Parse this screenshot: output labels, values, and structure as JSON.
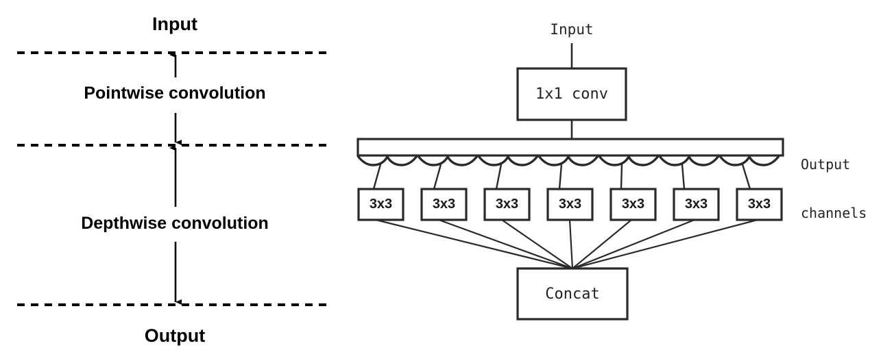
{
  "figure": {
    "type": "diagram",
    "subtype": "neural-network-architecture",
    "description": "Depthwise separable convolution: left panel shows pointwise then depthwise stages between dashed boundaries; right panel expands the 1x1 conv into per-channel 3x3 convolutions concatenated together.",
    "background": "#ffffff",
    "stroke_color": "#1a1a1a"
  },
  "left_panel": {
    "top_label": "Input",
    "bottom_label": "Output",
    "stage_upper": "Pointwise convolution",
    "stage_lower": "Depthwise convolution",
    "dashed_lines": 3,
    "arrows": [
      {
        "name": "input-to-pointwise",
        "direction": "up"
      },
      {
        "name": "pointwise-to-boundary",
        "direction": "down"
      },
      {
        "name": "boundary-to-depthwise",
        "direction": "up"
      },
      {
        "name": "depthwise-to-output",
        "direction": "down"
      }
    ]
  },
  "right_panel": {
    "input_label": "Input",
    "conv_box_label": "1x1 conv",
    "channels_bar_label": "Output\nchannels",
    "channels_bar_label_line1": "Output",
    "channels_bar_label_line2": "channels",
    "kernel_boxes": [
      {
        "label": "3x3"
      },
      {
        "label": "3x3"
      },
      {
        "label": "3x3"
      },
      {
        "label": "3x3"
      },
      {
        "label": "3x3"
      },
      {
        "label": "3x3"
      },
      {
        "label": "3x3"
      }
    ],
    "kernel_box_count": 7,
    "concat_box_label": "Concat",
    "brace_groups": 7,
    "scallop_arcs": 14
  }
}
